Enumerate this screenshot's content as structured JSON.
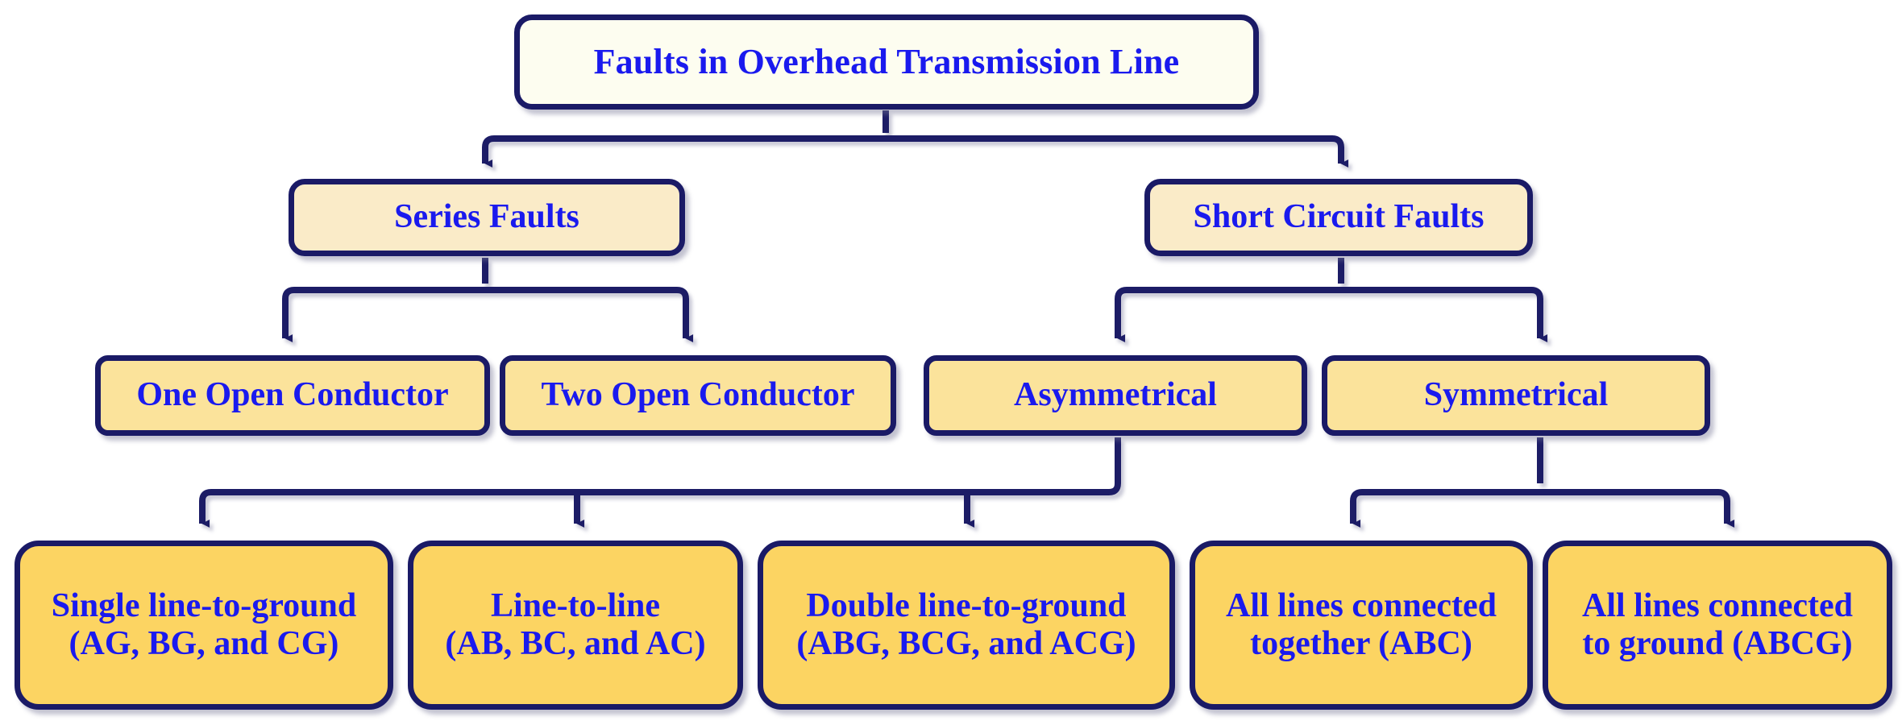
{
  "diagram": {
    "title": "Faults in Overhead Transmission Line",
    "type": "hierarchy-tree",
    "colors": {
      "border": "#1a1a66",
      "text": "#1a1aee",
      "root_fill": "#fdfdf0",
      "level2_fill": "#faebc8",
      "level3_fill": "#fbe39b",
      "level4_fill": "#fcd462",
      "background": "#ffffff"
    },
    "nodes": {
      "root": {
        "label": "Faults in Overhead Transmission Line"
      },
      "series_faults": {
        "label": "Series Faults"
      },
      "short_circuit_faults": {
        "label": "Short Circuit Faults"
      },
      "one_open_conductor": {
        "label": "One Open Conductor"
      },
      "two_open_conductor": {
        "label": "Two Open Conductor"
      },
      "asymmetrical": {
        "label": "Asymmetrical"
      },
      "symmetrical": {
        "label": "Symmetrical"
      },
      "single_line_to_ground": {
        "label": "Single line-to-ground\n(AG, BG, and CG)"
      },
      "line_to_line": {
        "label": "Line-to-line\n(AB, BC, and AC)"
      },
      "double_line_to_ground": {
        "label": "Double line-to-ground\n(ABG, BCG, and ACG)"
      },
      "all_lines_together": {
        "label": "All lines connected\ntogether (ABC)"
      },
      "all_lines_to_ground": {
        "label": "All lines connected\nto ground (ABCG)"
      }
    },
    "edges": [
      {
        "from": "root",
        "to": "series_faults"
      },
      {
        "from": "root",
        "to": "short_circuit_faults"
      },
      {
        "from": "series_faults",
        "to": "one_open_conductor"
      },
      {
        "from": "series_faults",
        "to": "two_open_conductor"
      },
      {
        "from": "short_circuit_faults",
        "to": "asymmetrical"
      },
      {
        "from": "short_circuit_faults",
        "to": "symmetrical"
      },
      {
        "from": "asymmetrical",
        "to": "single_line_to_ground"
      },
      {
        "from": "asymmetrical",
        "to": "line_to_line"
      },
      {
        "from": "asymmetrical",
        "to": "double_line_to_ground"
      },
      {
        "from": "symmetrical",
        "to": "all_lines_together"
      },
      {
        "from": "symmetrical",
        "to": "all_lines_to_ground"
      }
    ]
  }
}
